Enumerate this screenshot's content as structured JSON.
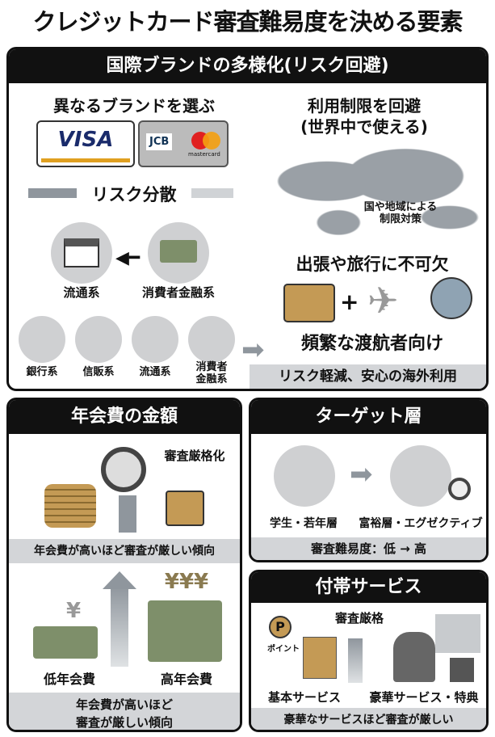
{
  "title": "クレジットカード審査難易度を決める要素",
  "brand_section": {
    "header": "国際ブランドの多様化(リスク回避)",
    "choose_label": "異なるブランドを選ぶ",
    "cards": [
      {
        "name": "VISA"
      },
      {
        "name": "JCB"
      },
      {
        "name": "mastercard"
      }
    ],
    "risk_label": "リスク分散",
    "issuer_pair": [
      "流通系",
      "消費者金融系"
    ],
    "issuer_types": [
      "銀行系",
      "信販系",
      "流通系",
      "消費者\n金融系"
    ],
    "avoid_title": "利用制限を回避",
    "avoid_sub": "(世界中で使える)",
    "map_note": "国や地域による\n制限対策",
    "travel_label": "出張や旅行に不可欠",
    "frequent_label": "頻繁な渡航者向け",
    "footer": "リスク軽減、安心の海外利用"
  },
  "fee_section": {
    "header": "年会費の金額",
    "strict_label": "審査厳格化",
    "bar1": "年会費が高いほど審査が厳しい傾向",
    "low_symbol": "¥",
    "high_symbol": "¥¥¥",
    "low_label": "低年会費",
    "high_label": "高年会費",
    "bar2": "年会費が高いほど\n審査が厳しい傾向"
  },
  "target_section": {
    "header": "ターゲット層",
    "left_label": "学生・若年層",
    "right_label": "富裕層・エグゼクティブ",
    "footer": "審査難易度：低 → 高"
  },
  "service_section": {
    "header": "付帯サービス",
    "strict_label": "審査厳格",
    "point_label": "ポイント",
    "point_symbol": "P",
    "basic_label": "基本サービス",
    "luxury_label": "豪華サービス・特典",
    "footer": "豪華なサービスほど審査が厳しい"
  },
  "colors": {
    "dark": "#111111",
    "bar": "#d3d5d8",
    "arrow": "#8f969d",
    "gold": "#c49a55",
    "money": "#7e8f6a"
  }
}
